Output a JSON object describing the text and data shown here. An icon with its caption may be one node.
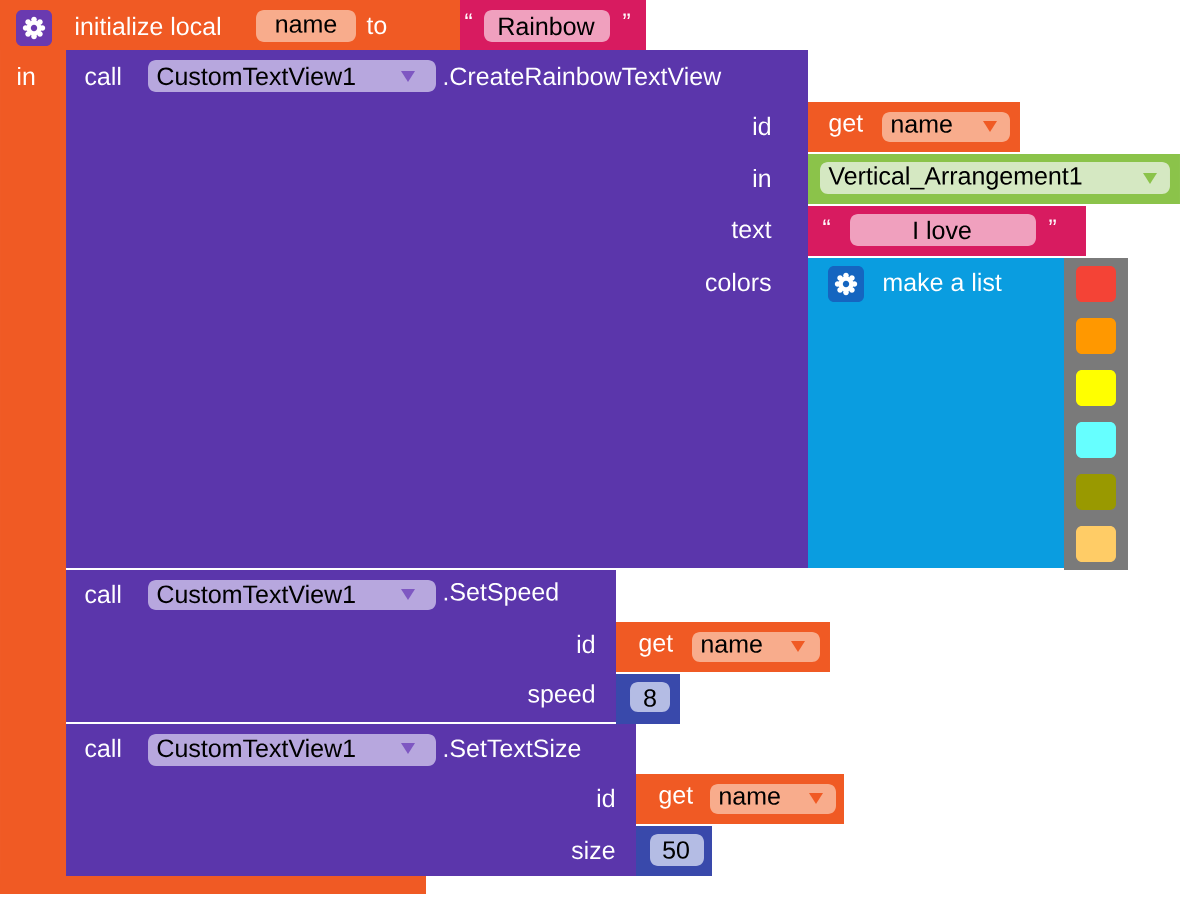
{
  "diagram": {
    "nodes": [
      {
        "text": [
          "initialize local",
          "to",
          "in"
        ]
      },
      {
        "text": [
          "name"
        ],
        "in": 0
      },
      {
        "text": [
          "“",
          "”"
        ]
      },
      {
        "text": [
          "Rainbow"
        ],
        "in": 2
      },
      {
        "text": [
          "call",
          ".CreateRainbowTextView",
          "id",
          "in",
          "text",
          "colors"
        ]
      },
      {
        "text": [
          "CustomTextView1"
        ],
        "in": 4
      },
      {
        "text": [
          "get"
        ]
      },
      {
        "text": [
          "name"
        ],
        "in": 6
      },
      {
        "text": [
          "Vertical_Arrangement1"
        ]
      },
      {
        "text": [
          "“",
          "”"
        ]
      },
      {
        "text": [
          "I love"
        ],
        "in": 9
      },
      {
        "text": [
          "make a list"
        ]
      },
      {
        "text": [],
        "shape": "box"
      },
      {
        "text": [],
        "shape": "box"
      },
      {
        "text": [],
        "shape": "box"
      },
      {
        "text": [],
        "shape": "box"
      },
      {
        "text": [],
        "shape": "box"
      },
      {
        "text": [],
        "shape": "box"
      },
      {
        "text": [
          "call",
          ".SetSpeed",
          "id",
          "speed"
        ]
      },
      {
        "text": [
          "CustomTextView1"
        ],
        "in": 18
      },
      {
        "text": [
          "get"
        ]
      },
      {
        "text": [
          "name"
        ],
        "in": 20
      },
      {
        "text": [
          "8"
        ]
      },
      {
        "text": [
          "call",
          ".SetTextSize",
          "id",
          "size"
        ]
      },
      {
        "text": [
          "CustomTextView1"
        ],
        "in": 23
      },
      {
        "text": [
          "get"
        ]
      },
      {
        "text": [
          "name"
        ],
        "in": 25
      },
      {
        "text": [
          "50"
        ]
      }
    ]
  }
}
